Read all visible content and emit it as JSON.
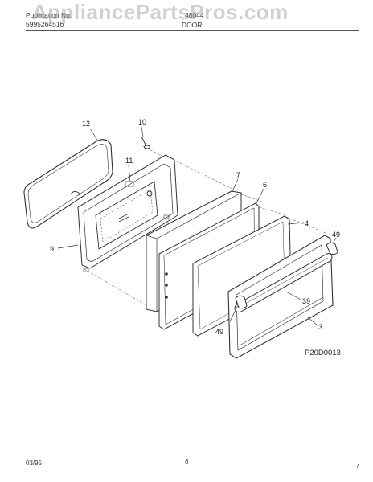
{
  "header": {
    "publication_label": "Publication No.",
    "publication_number": "5995264516",
    "model": "48044",
    "section": "DOOR"
  },
  "watermark": "AppliancePartsPros.com",
  "diagram": {
    "callouts": [
      "12",
      "10",
      "11",
      "7",
      "6",
      "4",
      "49",
      "9",
      "39",
      "49",
      "3"
    ],
    "drawing_code": "P20D0013"
  },
  "footer": {
    "date": "03/95",
    "page": "8",
    "corner_mark": "7"
  }
}
